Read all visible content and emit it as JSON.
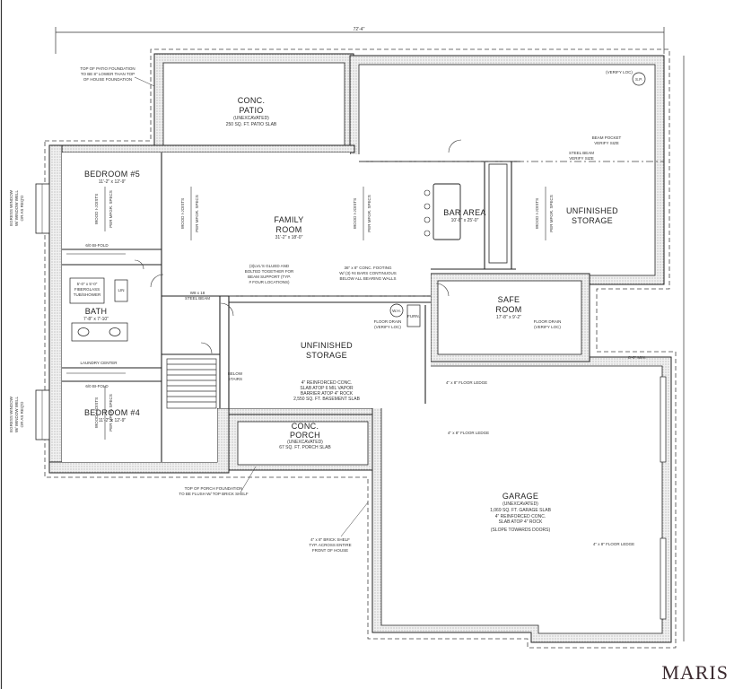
{
  "plan": {
    "overall_width_dim": "72'-4\"",
    "rooms": [
      {
        "id": "conc-patio",
        "name_lines": [
          "CONC.",
          "PATIO"
        ],
        "sub_lines": [
          "(UNEXCAVATED)",
          "250 SQ. FT. PATIO SLAB"
        ]
      },
      {
        "id": "bedroom-5",
        "name_lines": [
          "BEDROOM #5"
        ],
        "sub_lines": [
          "11'-2\" x 12'-9\""
        ]
      },
      {
        "id": "family-room",
        "name_lines": [
          "FAMILY",
          "ROOM"
        ],
        "sub_lines": [
          "31'-2\" x 18'-0\""
        ]
      },
      {
        "id": "bar-area",
        "name_lines": [
          "BAR AREA"
        ],
        "sub_lines": [
          "10'-8\" x 25'-0\""
        ]
      },
      {
        "id": "unfinished-storage-east",
        "name_lines": [
          "UNFINISHED",
          "STORAGE"
        ],
        "sub_lines": []
      },
      {
        "id": "safe-room",
        "name_lines": [
          "SAFE",
          "ROOM"
        ],
        "sub_lines": [
          "17'-8\" x 9'-2\""
        ]
      },
      {
        "id": "bath",
        "name_lines": [
          "BATH"
        ],
        "sub_lines": [
          "7'-8\" x 7'-10\""
        ]
      },
      {
        "id": "unfinished-storage-center",
        "name_lines": [
          "UNFINISHED",
          "STORAGE"
        ],
        "sub_lines": [
          "4\" REINFORCED CONC.",
          "SLAB ATOP 6 MIL VAPOR",
          "BARRIER ATOP 4\" ROCK",
          "2,550 SQ. FT. BASEMENT SLAB"
        ]
      },
      {
        "id": "bedroom-4",
        "name_lines": [
          "BEDROOM #4"
        ],
        "sub_lines": [
          "11'-2\" x 12'-9\""
        ]
      },
      {
        "id": "conc-porch",
        "name_lines": [
          "CONC.",
          "PORCH"
        ],
        "sub_lines": [
          "(UNEXCAVATED)",
          "67 SQ. FT. PORCH SLAB"
        ]
      },
      {
        "id": "garage",
        "name_lines": [
          "GARAGE"
        ],
        "sub_lines": [
          "(UNEXCAVATED)",
          "1,069 SQ. FT. GARAGE SLAB",
          "4\" REINFORCED CONC.",
          "SLAB ATOP 4\" ROCK",
          "(SLOPE TOWARDS DOORS)"
        ]
      }
    ],
    "notes": {
      "patio_foundation": [
        "TOP OF PATIO FOUNDATION",
        "TO BE 8\" LOWER THAN TOP",
        "OF HOUSE FOUNDATION"
      ],
      "beam_pocket": [
        "BEAM POCKET",
        "VERIFY SIZE"
      ],
      "steel_beam_east": [
        "STEEL BEAM",
        "VERIFY SIZE"
      ],
      "verify_loc": "(VERIFY LOC)",
      "sp": "S.P.",
      "lvl_beam": [
        "(3)LVL'S GLUED AND",
        "BOLTED TOGETHER FOR",
        "BEAM SUPPORT (TYP.",
        "# FOUR LOCATIONS)"
      ],
      "steel_beam_center": [
        "W8 x 18",
        "STEEL BEAM"
      ],
      "footing": [
        "36\" x 8\" CONC. FOOTING",
        "W/ (3) #4 BARS CONTINUOUS",
        "BELOW ALL BEARING WALLS"
      ],
      "wh": "W.H.",
      "furn": "FURN.",
      "floor_drain": [
        "FLOOR DRAIN",
        "(VERIFY LOC)"
      ],
      "floor_drain_2": [
        "FLOOR DRAIN",
        "(VERIFY LOC)"
      ],
      "bifold_top": "6/0 BI-FOLD",
      "bifold_bottom": "6/0 BI-FOLD",
      "linen": "LIN",
      "fiberglass": [
        "5'-0\" x 5'-0\"",
        "FIBERGLASS",
        "TUB/SHOWER"
      ],
      "laundry": "LAUNDRY CENTER",
      "below_stairs": [
        "BELOW",
        "STAIRS"
      ],
      "floor_ledge_1": "4\" x 8\" FLOOR LEDGE",
      "floor_ledge_2": "4\" x 8\" FLOOR LEDGE",
      "floor_ledge_3": "4\" x 8\" FLOOR LEDGE",
      "porch_foundation": [
        "TOP OF PORCH FOUNDATION",
        "TO BE FLUSH W/ TOP BRICK SHELF"
      ],
      "brick_shelf": [
        "4\" x 8\" BRICK SHELF",
        "TYP. ACROSS ENTIRE",
        "FRONT OF HOUSE"
      ],
      "garage_dim": "8'-0\" MIN.",
      "egress_window": [
        "EGRESS WINDOW",
        "W/ WINDOW WELL",
        "OR AS REQ'D"
      ],
      "joist": [
        "WOOD I-JOISTS",
        "PER MFGR. SPECS"
      ]
    },
    "watermark": "MARIS"
  }
}
